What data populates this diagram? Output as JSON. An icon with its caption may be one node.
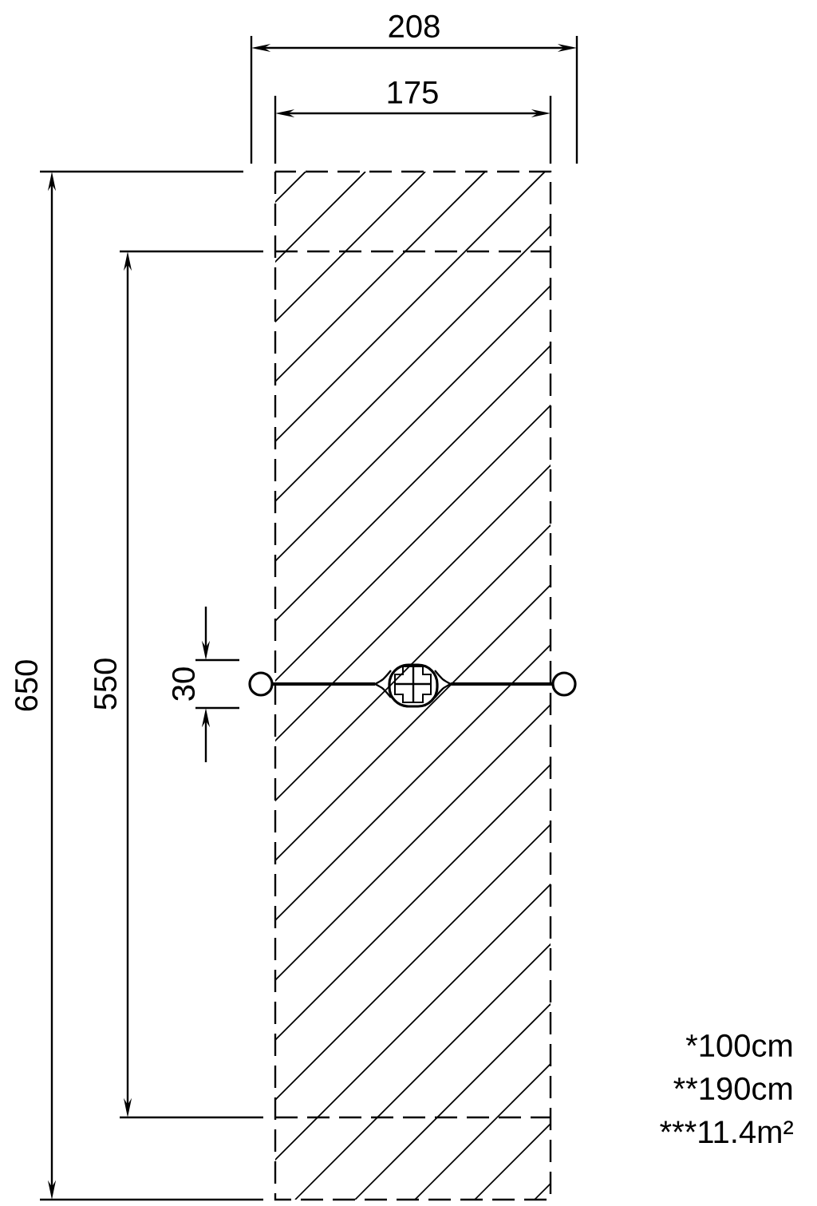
{
  "diagram": {
    "labels": [
      "208",
      "175",
      "650",
      "550",
      "30",
      "*100cm",
      "**190cm",
      "***11.4m²"
    ]
  }
}
